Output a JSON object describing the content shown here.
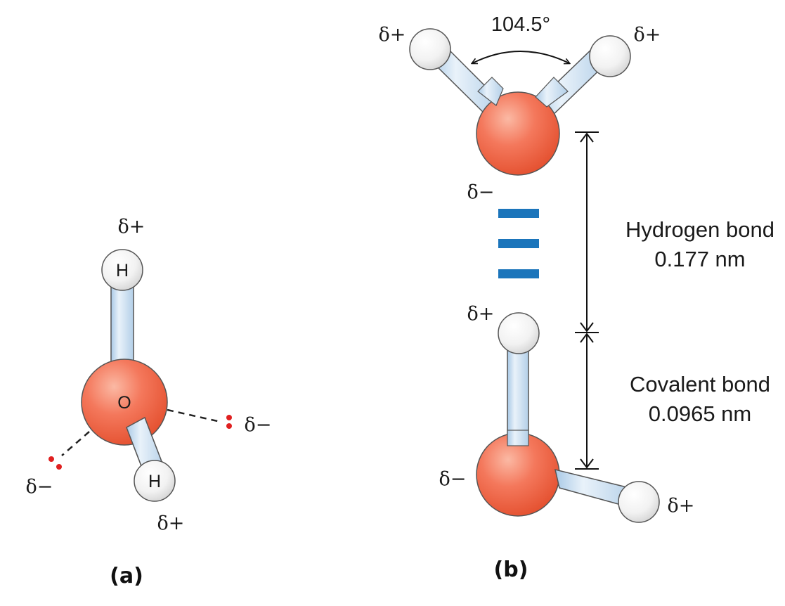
{
  "panel_a": {
    "label": "(a)",
    "oxygen_label": "O",
    "top_hydrogen_label": "H",
    "bottom_hydrogen_label": "H",
    "delta_top": "δ+",
    "delta_bottom": "δ+",
    "delta_left": "δ−",
    "delta_right": "δ−"
  },
  "panel_b": {
    "label": "(b)",
    "angle": "104.5°",
    "delta_top_left": "δ+",
    "delta_top_right": "δ+",
    "delta_upper_oxygen": "δ−",
    "delta_lower_hydrogen": "δ+",
    "delta_lower_oxygen": "δ−",
    "delta_lower_right": "δ+",
    "hydrogen_bond": {
      "label": "Hydrogen bond",
      "length": "0.177 nm"
    },
    "covalent_bond": {
      "label": "Covalent bond",
      "length": "0.0965 nm"
    }
  },
  "colors": {
    "oxygen": "#f26a4f",
    "hydrogen": "#f4f4f4",
    "bond_stick": "#c5dcef",
    "h_bond_dash": "#1b75bb",
    "lone_pair": "#e02020"
  }
}
